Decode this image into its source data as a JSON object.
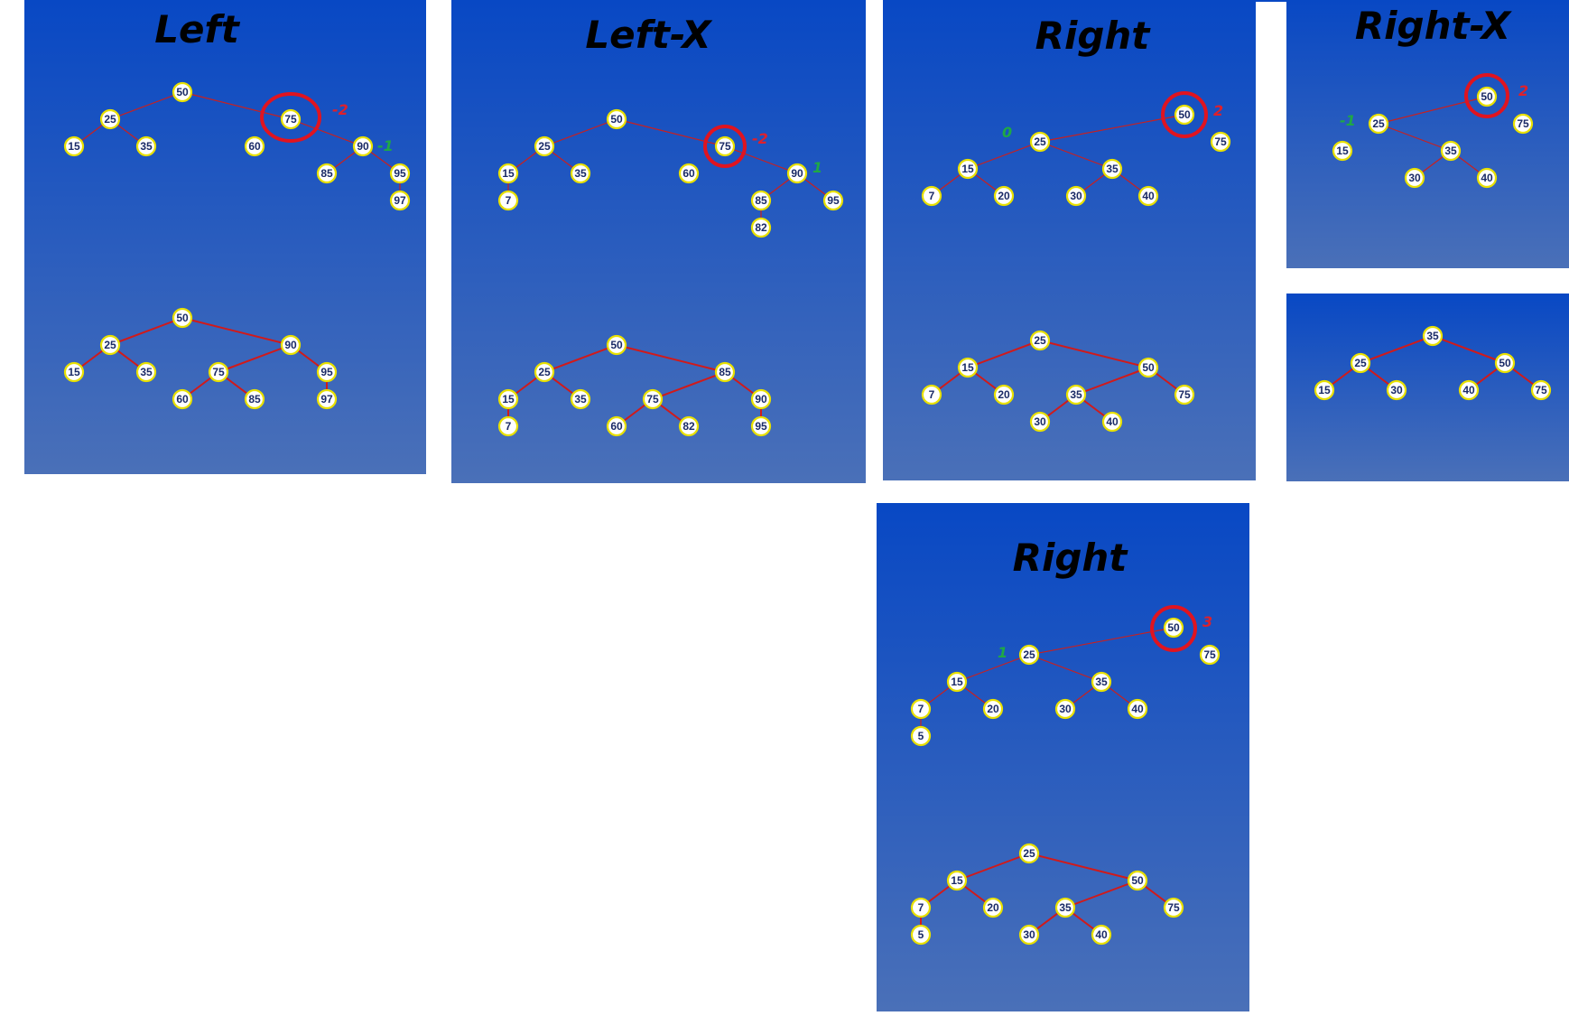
{
  "panels": [
    {
      "id": "left",
      "title": "Left",
      "top_tree": {
        "nodes": [
          "50",
          "25",
          "75",
          "15",
          "35",
          "60",
          "90",
          "85",
          "95",
          "97"
        ],
        "highlight": "75",
        "balance_labels": [
          {
            "text": "-2",
            "color": "red"
          },
          {
            "text": "-1",
            "color": "green"
          }
        ]
      },
      "bottom_tree": {
        "nodes": [
          "50",
          "25",
          "90",
          "15",
          "35",
          "75",
          "95",
          "60",
          "85",
          "97"
        ]
      }
    },
    {
      "id": "left-x",
      "title": "Left-X",
      "top_tree": {
        "nodes": [
          "50",
          "25",
          "75",
          "15",
          "35",
          "60",
          "90",
          "7",
          "85",
          "95",
          "82"
        ],
        "highlight": "75",
        "balance_labels": [
          {
            "text": "-2",
            "color": "red"
          },
          {
            "text": "1",
            "color": "green"
          }
        ]
      },
      "bottom_tree": {
        "nodes": [
          "50",
          "25",
          "85",
          "15",
          "35",
          "75",
          "90",
          "7",
          "60",
          "82",
          "95"
        ]
      }
    },
    {
      "id": "right",
      "title": "Right",
      "top_tree": {
        "nodes": [
          "50",
          "25",
          "75",
          "15",
          "35",
          "7",
          "20",
          "30",
          "40"
        ],
        "highlight": "50",
        "balance_labels": [
          {
            "text": "2",
            "color": "red"
          },
          {
            "text": "0",
            "color": "green"
          }
        ]
      },
      "bottom_tree": {
        "nodes": [
          "25",
          "15",
          "50",
          "7",
          "20",
          "35",
          "75",
          "30",
          "40"
        ]
      }
    },
    {
      "id": "right-x",
      "title": "Right-X",
      "top_tree": {
        "nodes": [
          "50",
          "25",
          "75",
          "15",
          "35",
          "30",
          "40"
        ],
        "highlight": "50",
        "balance_labels": [
          {
            "text": "2",
            "color": "red"
          },
          {
            "text": "-1",
            "color": "green"
          }
        ]
      },
      "bottom_tree": {
        "nodes": [
          "35",
          "25",
          "50",
          "15",
          "30",
          "40",
          "75"
        ]
      }
    },
    {
      "id": "right-2",
      "title": "Right",
      "top_tree": {
        "nodes": [
          "50",
          "25",
          "75",
          "15",
          "35",
          "7",
          "20",
          "30",
          "40",
          "5"
        ],
        "highlight": "50",
        "balance_labels": [
          {
            "text": "3",
            "color": "red"
          },
          {
            "text": "1",
            "color": "green"
          }
        ]
      },
      "bottom_tree": {
        "nodes": [
          "25",
          "15",
          "50",
          "7",
          "20",
          "35",
          "75",
          "5",
          "30",
          "40"
        ]
      }
    }
  ],
  "colors": {
    "panel_top": "#0a47c2",
    "panel_bottom": "#4a6fb8",
    "edge": "#d11a1a",
    "node_fill": "#ffffff",
    "node_border": "#e8e000",
    "node_text": "#1a2a66",
    "highlight": "#e01420",
    "balance_red": "#e0202a",
    "balance_green": "#1fa845"
  }
}
